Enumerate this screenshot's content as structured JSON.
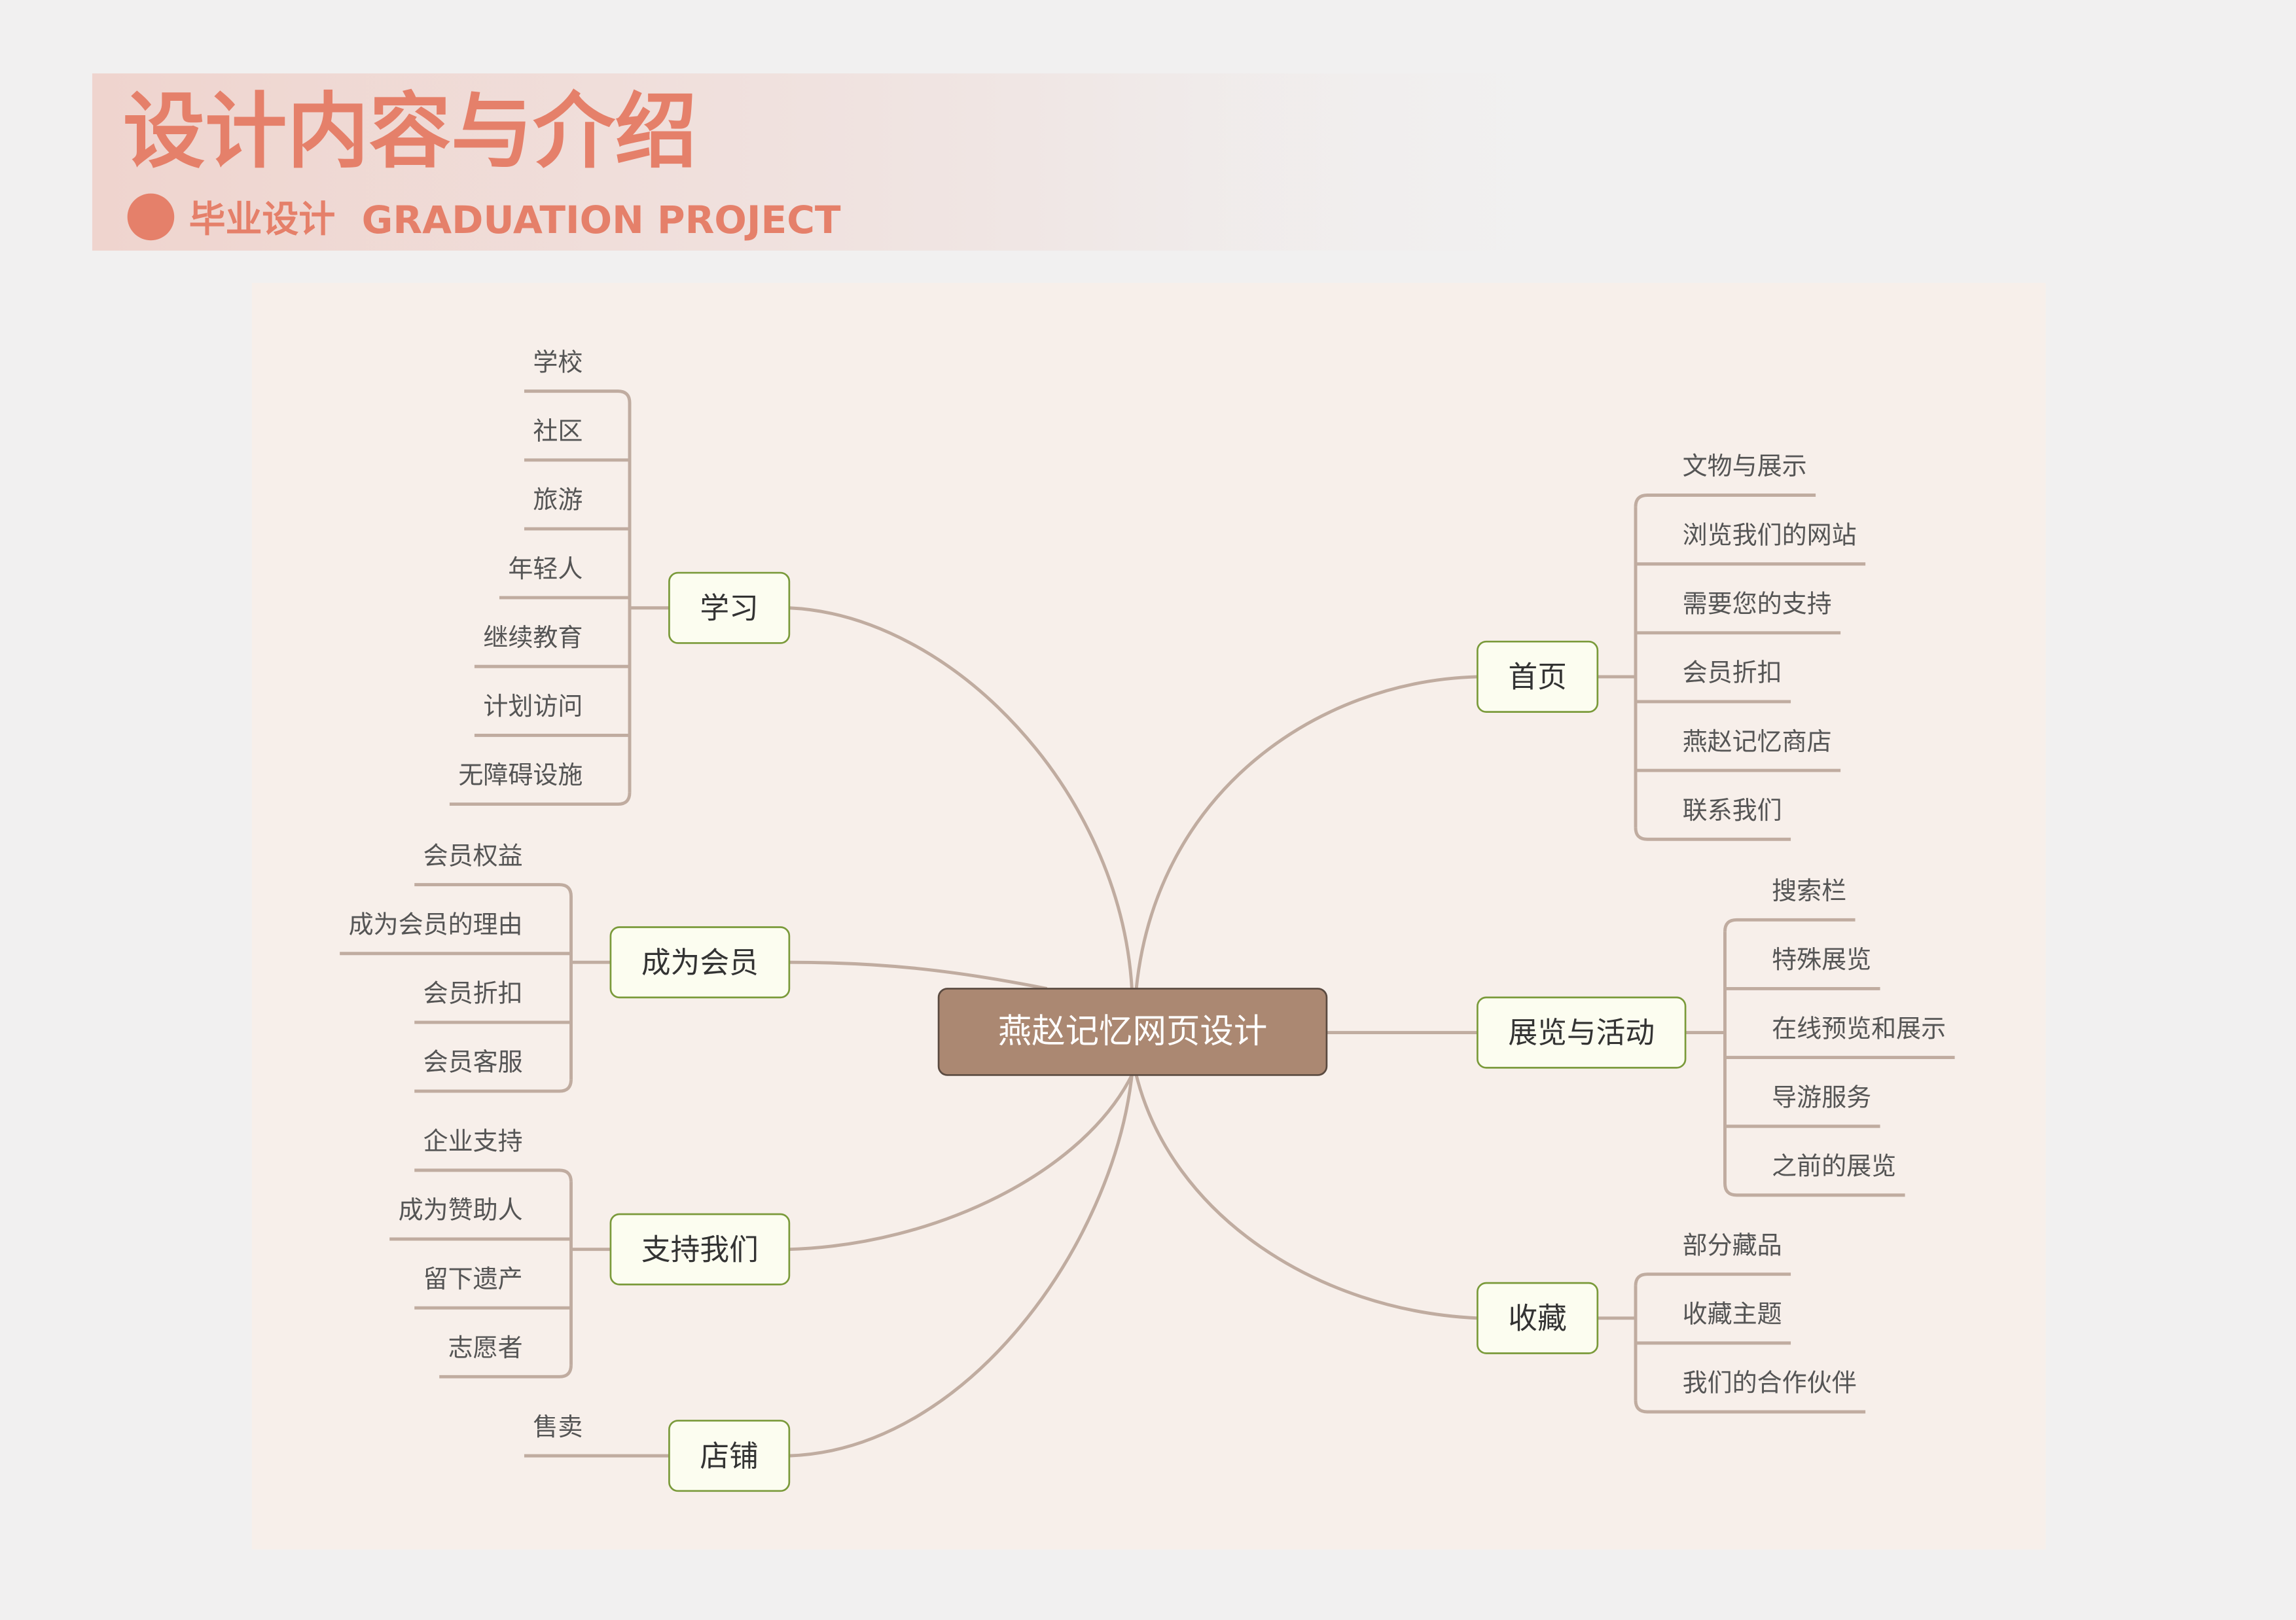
{
  "header": {
    "title": "设计内容与介绍",
    "subtitle_cn": "毕业设计",
    "subtitle_en": "GRADUATION PROJECT"
  },
  "colors": {
    "accent": "#e5806a",
    "canvas": "#f7efea",
    "connector": "#c0aca0",
    "central_fill": "#ab8872",
    "node_fill": "#fcfdf0",
    "node_border": "#7a9a3a"
  },
  "mindmap": {
    "central": "燕赵记忆网页设计",
    "branches": [
      {
        "label": "学习",
        "children": [
          "学校",
          "社区",
          "旅游",
          "年轻人",
          "继续教育",
          "计划访问",
          "无障碍设施"
        ]
      },
      {
        "label": "成为会员",
        "children": [
          "会员权益",
          "成为会员的理由",
          "会员折扣",
          "会员客服"
        ]
      },
      {
        "label": "支持我们",
        "children": [
          "企业支持",
          "成为赞助人",
          "留下遗产",
          "志愿者"
        ]
      },
      {
        "label": "店铺",
        "children": [
          "售卖"
        ]
      },
      {
        "label": "首页",
        "children": [
          "文物与展示",
          "浏览我们的网站",
          "需要您的支持",
          "会员折扣",
          "燕赵记忆商店",
          "联系我们"
        ]
      },
      {
        "label": "展览与活动",
        "children": [
          "搜索栏",
          "特殊展览",
          "在线预览和展示",
          "导游服务",
          "之前的展览"
        ]
      },
      {
        "label": "收藏",
        "children": [
          "部分藏品",
          "收藏主题",
          "我们的合作伙伴"
        ]
      }
    ]
  }
}
